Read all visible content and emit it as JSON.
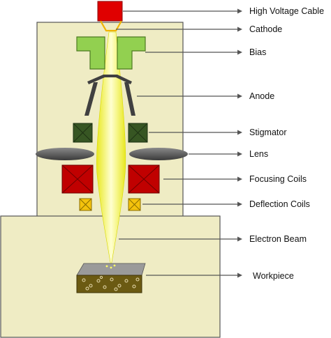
{
  "labels": {
    "high_voltage_cable": "High Voltage Cable",
    "cathode": "Cathode",
    "bias": "Bias",
    "anode": "Anode",
    "stigmator": "Stigmator",
    "lens": "Lens",
    "focusing_coils": "Focusing Coils",
    "deflection_coils": "Deflection Coils",
    "electron_beam": "Electron Beam",
    "workpiece": "Workpiece"
  },
  "colors": {
    "column_fill": "#efecc4",
    "chamber_fill": "#efecc4",
    "outline": "#555555",
    "high_voltage_cable": "#e00000",
    "bias": "#92d050",
    "anode": "#404040",
    "stigmator": "#375623",
    "lens": "#555555",
    "focusing_coils": "#c00000",
    "deflection_coils": "#f4c20d",
    "beam": "#ffff33",
    "workpiece": "#6b5a12"
  }
}
